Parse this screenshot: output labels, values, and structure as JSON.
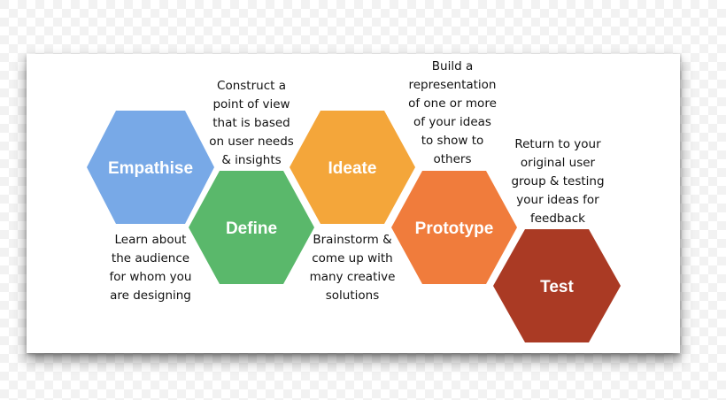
{
  "stages": [
    {
      "key": "empathise",
      "label": "Empathise",
      "color": "#78a9e7",
      "description": [
        "Learn about",
        "the audience",
        "for whom you",
        "are designing"
      ]
    },
    {
      "key": "define",
      "label": "Define",
      "color": "#5ab86b",
      "description": [
        "Construct a",
        "point of view",
        "that is based",
        "on user needs",
        "& insights"
      ]
    },
    {
      "key": "ideate",
      "label": "Ideate",
      "color": "#f4a63a",
      "description": [
        "Brainstorm &",
        "come up with",
        "many creative",
        "solutions"
      ]
    },
    {
      "key": "prototype",
      "label": "Prototype",
      "color": "#f07c3c",
      "description": [
        "Build a",
        "representation",
        "of one or more",
        "of your ideas",
        "to show to",
        "others"
      ]
    },
    {
      "key": "test",
      "label": "Test",
      "color": "#aa3a24",
      "description": [
        "Return to your",
        "original user",
        "group & testing",
        "your ideas for",
        "feedback"
      ]
    }
  ]
}
